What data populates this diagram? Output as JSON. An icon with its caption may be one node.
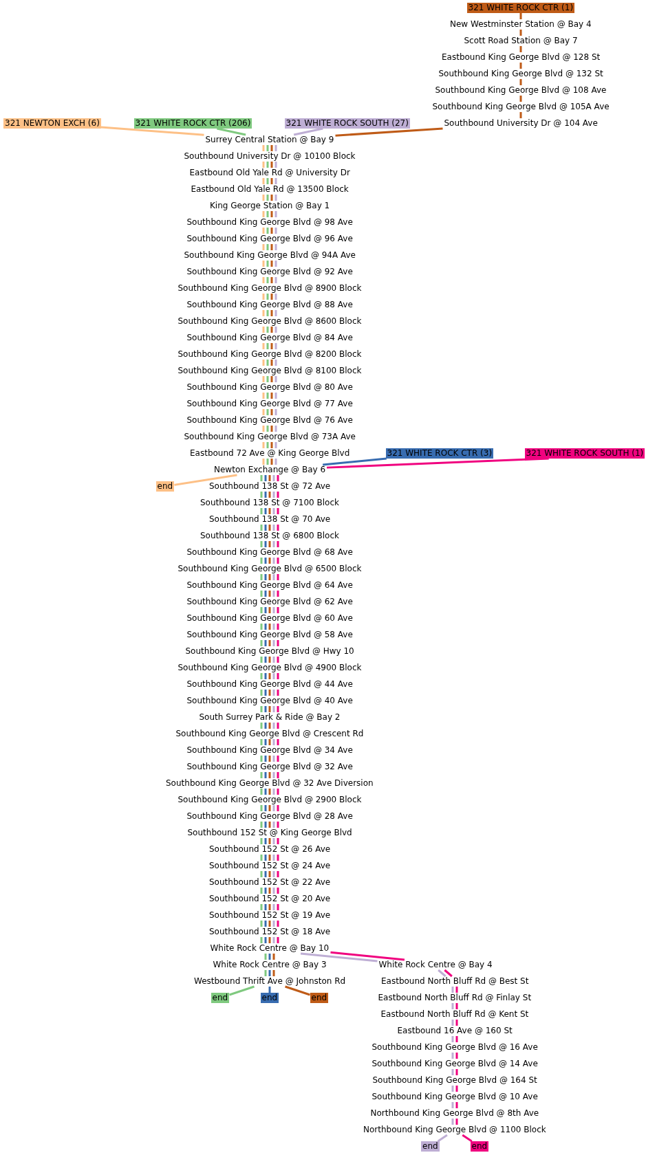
{
  "diagram": {
    "nodes": [
      {
        "text": [
          "321 WHITE ROCK CTR (1)"
        ]
      },
      {
        "text": [
          "New Westminster Station @ Bay 4"
        ]
      },
      {
        "text": [
          "Scott Road Station @ Bay 7"
        ]
      },
      {
        "text": [
          "Eastbound King George Blvd @ 128 St"
        ]
      },
      {
        "text": [
          "Southbound King George Blvd @ 132 St"
        ]
      },
      {
        "text": [
          "Southbound King George Blvd @ 108 Ave"
        ]
      },
      {
        "text": [
          "Southbound King George Blvd @ 105A Ave"
        ]
      },
      {
        "text": [
          "Southbound University Dr @ 104 Ave"
        ]
      },
      {
        "text": [
          "321 NEWTON EXCH (6)"
        ]
      },
      {
        "text": [
          "321 WHITE ROCK CTR (206)"
        ]
      },
      {
        "text": [
          "321 WHITE ROCK SOUTH (27)"
        ]
      },
      {
        "text": [
          "Surrey Central Station @ Bay 9"
        ]
      },
      {
        "text": [
          "Southbound University Dr @ 10100 Block"
        ]
      },
      {
        "text": [
          "Eastbound Old Yale Rd @ University Dr"
        ]
      },
      {
        "text": [
          "Eastbound Old Yale Rd @ 13500 Block"
        ]
      },
      {
        "text": [
          "King George Station @ Bay 1"
        ]
      },
      {
        "text": [
          "Southbound King George Blvd @ 98 Ave"
        ]
      },
      {
        "text": [
          "Southbound King George Blvd @ 96 Ave"
        ]
      },
      {
        "text": [
          "Southbound King George Blvd @ 94A Ave"
        ]
      },
      {
        "text": [
          "Southbound King George Blvd @ 92 Ave"
        ]
      },
      {
        "text": [
          "Southbound King George Blvd @ 8900 Block"
        ]
      },
      {
        "text": [
          "Southbound King George Blvd @ 88 Ave"
        ]
      },
      {
        "text": [
          "Southbound King George Blvd @ 8600 Block"
        ]
      },
      {
        "text": [
          "Southbound King George Blvd @ 84 Ave"
        ]
      },
      {
        "text": [
          "Southbound King George Blvd @ 8200 Block"
        ]
      },
      {
        "text": [
          "Southbound King George Blvd @ 8100 Block"
        ]
      },
      {
        "text": [
          "Southbound King George Blvd @ 80 Ave"
        ]
      },
      {
        "text": [
          "Southbound King George Blvd @ 77 Ave"
        ]
      },
      {
        "text": [
          "Southbound King George Blvd @ 76 Ave"
        ]
      },
      {
        "text": [
          "Southbound King George Blvd @ 73A Ave"
        ]
      },
      {
        "text": [
          "Eastbound 72 Ave @ King George Blvd"
        ]
      },
      {
        "text": [
          "321 WHITE ROCK CTR (3)"
        ]
      },
      {
        "text": [
          "321 WHITE ROCK SOUTH (1)"
        ]
      },
      {
        "text": [
          "Newton Exchange @ Bay 6"
        ]
      },
      {
        "text": [
          "end"
        ]
      },
      {
        "text": [
          "Southbound 138 St @ 72 Ave"
        ]
      },
      {
        "text": [
          "Southbound 138 St @ 7100 Block"
        ]
      },
      {
        "text": [
          "Southbound 138 St @ 70 Ave"
        ]
      },
      {
        "text": [
          "Southbound 138 St @ 6800 Block"
        ]
      },
      {
        "text": [
          "Southbound King George Blvd @ 68 Ave"
        ]
      },
      {
        "text": [
          "Southbound King George Blvd @ 6500 Block"
        ]
      },
      {
        "text": [
          "Southbound King George Blvd @ 64 Ave"
        ]
      },
      {
        "text": [
          "Southbound King George Blvd @ 62 Ave"
        ]
      },
      {
        "text": [
          "Southbound King George Blvd @ 60 Ave"
        ]
      },
      {
        "text": [
          "Southbound King George Blvd @ 58 Ave"
        ]
      },
      {
        "text": [
          "Southbound King George Blvd @ Hwy 10"
        ]
      },
      {
        "text": [
          "Southbound King George Blvd @ 4900 Block"
        ]
      },
      {
        "text": [
          "Southbound King George Blvd @ 44 Ave"
        ]
      },
      {
        "text": [
          "Southbound King George Blvd @ 40 Ave"
        ]
      },
      {
        "text": [
          "South Surrey Park & Ride @ Bay 2"
        ]
      },
      {
        "text": [
          "Southbound King George Blvd @ Crescent Rd"
        ]
      },
      {
        "text": [
          "Southbound King George Blvd @ 34 Ave"
        ]
      },
      {
        "text": [
          "Southbound King George Blvd @ 32 Ave"
        ]
      },
      {
        "text": [
          "Southbound King George Blvd @ 32 Ave Diversion"
        ]
      },
      {
        "text": [
          "Southbound King George Blvd @ 2900 Block"
        ]
      },
      {
        "text": [
          "Southbound King George Blvd @ 28 Ave"
        ]
      },
      {
        "text": [
          "Southbound 152 St @ King George Blvd"
        ]
      },
      {
        "text": [
          "Southbound 152 St @ 26 Ave"
        ]
      },
      {
        "text": [
          "Southbound 152 St @ 24 Ave"
        ]
      },
      {
        "text": [
          "Southbound 152 St @ 22 Ave"
        ]
      },
      {
        "text": [
          "Southbound 152 St @ 20 Ave"
        ]
      },
      {
        "text": [
          "Southbound 152 St @ 19 Ave"
        ]
      },
      {
        "text": [
          "Southbound 152 St @ 18 Ave"
        ]
      },
      {
        "text": [
          "White Rock Centre @ Bay 10"
        ]
      },
      {
        "text": [
          "White Rock Centre @ Bay 3"
        ]
      },
      {
        "text": [
          "White Rock Centre @ Bay 4"
        ]
      },
      {
        "text": [
          "Westbound Thrift Ave @ Johnston Rd"
        ]
      },
      {
        "text": [
          "Eastbound North Bluff Rd @ Best St"
        ]
      },
      {
        "text": [
          "end"
        ]
      },
      {
        "text": [
          "end"
        ]
      },
      {
        "text": [
          "end"
        ]
      },
      {
        "text": [
          "Eastbound North Bluff Rd @ Finlay St"
        ]
      },
      {
        "text": [
          "Eastbound North Bluff Rd @ Kent St"
        ]
      },
      {
        "text": [
          "Eastbound 16 Ave @ 160 St"
        ]
      },
      {
        "text": [
          "Southbound King George Blvd @ 16 Ave"
        ]
      },
      {
        "text": [
          "Southbound King George Blvd @ 14 Ave"
        ]
      },
      {
        "text": [
          "Southbound King George Blvd @ 164 St"
        ]
      },
      {
        "text": [
          "Southbound King George Blvd @ 10 Ave"
        ]
      },
      {
        "text": [
          "Northbound King George Blvd @ 8th Ave"
        ]
      },
      {
        "text": [
          "Northbound King George Blvd @ 1100 Block"
        ]
      },
      {
        "text": [
          "end"
        ]
      },
      {
        "text": [
          "end"
        ]
      }
    ],
    "edges": [
      {
        "from": 0,
        "to": 1,
        "arrow": "none",
        "color": "#bf5b17"
      },
      {
        "from": 1,
        "to": 2,
        "arrow": "none",
        "color": "#bf5b17"
      },
      {
        "from": 2,
        "to": 3,
        "arrow": "none",
        "color": "#bf5b17"
      },
      {
        "from": 3,
        "to": 4,
        "arrow": "none",
        "color": "#bf5b17"
      },
      {
        "from": 4,
        "to": 5,
        "arrow": "none",
        "color": "#bf5b17"
      },
      {
        "from": 5,
        "to": 6,
        "arrow": "none",
        "color": "#bf5b17"
      },
      {
        "from": 6,
        "to": 7,
        "arrow": "none",
        "color": "#bf5b17"
      },
      {
        "from": 8,
        "to": 11,
        "arrow": "none",
        "color": "#fdc086"
      },
      {
        "from": 9,
        "to": 11,
        "arrow": "none",
        "color": "#7fc97f"
      },
      {
        "from": 10,
        "to": 11,
        "arrow": "none",
        "color": "#beaed4"
      },
      {
        "from": 7,
        "to": 11,
        "arrow": "none",
        "color": "#bf5b17"
      },
      {
        "from": 11,
        "to": 12,
        "arrow": "none",
        "color": "#fdc086"
      },
      {
        "from": 11,
        "to": 12,
        "arrow": "none",
        "color": "#7fc97f"
      },
      {
        "from": 11,
        "to": 12,
        "arrow": "none",
        "color": "#bf5b17"
      },
      {
        "from": 11,
        "to": 12,
        "arrow": "none",
        "color": "#beaed4"
      },
      {
        "from": 12,
        "to": 13,
        "arrow": "none",
        "color": "#fdc086"
      },
      {
        "from": 12,
        "to": 13,
        "arrow": "none",
        "color": "#7fc97f"
      },
      {
        "from": 12,
        "to": 13,
        "arrow": "none",
        "color": "#bf5b17"
      },
      {
        "from": 12,
        "to": 13,
        "arrow": "none",
        "color": "#beaed4"
      },
      {
        "from": 13,
        "to": 14,
        "arrow": "none",
        "color": "#fdc086"
      },
      {
        "from": 13,
        "to": 14,
        "arrow": "none",
        "color": "#7fc97f"
      },
      {
        "from": 13,
        "to": 14,
        "arrow": "none",
        "color": "#bf5b17"
      },
      {
        "from": 13,
        "to": 14,
        "arrow": "none",
        "color": "#beaed4"
      },
      {
        "from": 14,
        "to": 15,
        "arrow": "none",
        "color": "#fdc086"
      },
      {
        "from": 14,
        "to": 15,
        "arrow": "none",
        "color": "#7fc97f"
      },
      {
        "from": 14,
        "to": 15,
        "arrow": "none",
        "color": "#bf5b17"
      },
      {
        "from": 14,
        "to": 15,
        "arrow": "none",
        "color": "#beaed4"
      },
      {
        "from": 15,
        "to": 16,
        "arrow": "none",
        "color": "#fdc086"
      },
      {
        "from": 15,
        "to": 16,
        "arrow": "none",
        "color": "#7fc97f"
      },
      {
        "from": 15,
        "to": 16,
        "arrow": "none",
        "color": "#bf5b17"
      },
      {
        "from": 15,
        "to": 16,
        "arrow": "none",
        "color": "#beaed4"
      },
      {
        "from": 16,
        "to": 17,
        "arrow": "none",
        "color": "#fdc086"
      },
      {
        "from": 16,
        "to": 17,
        "arrow": "none",
        "color": "#7fc97f"
      },
      {
        "from": 16,
        "to": 17,
        "arrow": "none",
        "color": "#bf5b17"
      },
      {
        "from": 16,
        "to": 17,
        "arrow": "none",
        "color": "#beaed4"
      },
      {
        "from": 17,
        "to": 18,
        "arrow": "none",
        "color": "#fdc086"
      },
      {
        "from": 17,
        "to": 18,
        "arrow": "none",
        "color": "#7fc97f"
      },
      {
        "from": 17,
        "to": 18,
        "arrow": "none",
        "color": "#bf5b17"
      },
      {
        "from": 17,
        "to": 18,
        "arrow": "none",
        "color": "#beaed4"
      },
      {
        "from": 18,
        "to": 19,
        "arrow": "none",
        "color": "#fdc086"
      },
      {
        "from": 18,
        "to": 19,
        "arrow": "none",
        "color": "#7fc97f"
      },
      {
        "from": 18,
        "to": 19,
        "arrow": "none",
        "color": "#bf5b17"
      },
      {
        "from": 18,
        "to": 19,
        "arrow": "none",
        "color": "#beaed4"
      },
      {
        "from": 19,
        "to": 20,
        "arrow": "none",
        "color": "#fdc086"
      },
      {
        "from": 19,
        "to": 20,
        "arrow": "none",
        "color": "#7fc97f"
      },
      {
        "from": 19,
        "to": 20,
        "arrow": "none",
        "color": "#bf5b17"
      },
      {
        "from": 19,
        "to": 20,
        "arrow": "none",
        "color": "#beaed4"
      },
      {
        "from": 20,
        "to": 21,
        "arrow": "none",
        "color": "#fdc086"
      },
      {
        "from": 20,
        "to": 21,
        "arrow": "none",
        "color": "#7fc97f"
      },
      {
        "from": 20,
        "to": 21,
        "arrow": "none",
        "color": "#bf5b17"
      },
      {
        "from": 20,
        "to": 21,
        "arrow": "none",
        "color": "#beaed4"
      },
      {
        "from": 21,
        "to": 22,
        "arrow": "none",
        "color": "#fdc086"
      },
      {
        "from": 21,
        "to": 22,
        "arrow": "none",
        "color": "#7fc97f"
      },
      {
        "from": 21,
        "to": 22,
        "arrow": "none",
        "color": "#bf5b17"
      },
      {
        "from": 21,
        "to": 22,
        "arrow": "none",
        "color": "#beaed4"
      },
      {
        "from": 22,
        "to": 23,
        "arrow": "none",
        "color": "#fdc086"
      },
      {
        "from": 22,
        "to": 23,
        "arrow": "none",
        "color": "#7fc97f"
      },
      {
        "from": 22,
        "to": 23,
        "arrow": "none",
        "color": "#bf5b17"
      },
      {
        "from": 22,
        "to": 23,
        "arrow": "none",
        "color": "#beaed4"
      },
      {
        "from": 23,
        "to": 24,
        "arrow": "none",
        "color": "#fdc086"
      },
      {
        "from": 23,
        "to": 24,
        "arrow": "none",
        "color": "#7fc97f"
      },
      {
        "from": 23,
        "to": 24,
        "arrow": "none",
        "color": "#bf5b17"
      },
      {
        "from": 23,
        "to": 24,
        "arrow": "none",
        "color": "#beaed4"
      },
      {
        "from": 24,
        "to": 25,
        "arrow": "none",
        "color": "#fdc086"
      },
      {
        "from": 24,
        "to": 25,
        "arrow": "none",
        "color": "#7fc97f"
      },
      {
        "from": 24,
        "to": 25,
        "arrow": "none",
        "color": "#bf5b17"
      },
      {
        "from": 24,
        "to": 25,
        "arrow": "none",
        "color": "#beaed4"
      },
      {
        "from": 25,
        "to": 26,
        "arrow": "none",
        "color": "#fdc086"
      },
      {
        "from": 25,
        "to": 26,
        "arrow": "none",
        "color": "#7fc97f"
      },
      {
        "from": 25,
        "to": 26,
        "arrow": "none",
        "color": "#bf5b17"
      },
      {
        "from": 25,
        "to": 26,
        "arrow": "none",
        "color": "#beaed4"
      },
      {
        "from": 26,
        "to": 27,
        "arrow": "none",
        "color": "#fdc086"
      },
      {
        "from": 26,
        "to": 27,
        "arrow": "none",
        "color": "#7fc97f"
      },
      {
        "from": 26,
        "to": 27,
        "arrow": "none",
        "color": "#bf5b17"
      },
      {
        "from": 26,
        "to": 27,
        "arrow": "none",
        "color": "#beaed4"
      },
      {
        "from": 27,
        "to": 28,
        "arrow": "none",
        "color": "#fdc086"
      },
      {
        "from": 27,
        "to": 28,
        "arrow": "none",
        "color": "#7fc97f"
      },
      {
        "from": 27,
        "to": 28,
        "arrow": "none",
        "color": "#bf5b17"
      },
      {
        "from": 27,
        "to": 28,
        "arrow": "none",
        "color": "#beaed4"
      },
      {
        "from": 28,
        "to": 29,
        "arrow": "none",
        "color": "#fdc086"
      },
      {
        "from": 28,
        "to": 29,
        "arrow": "none",
        "color": "#7fc97f"
      },
      {
        "from": 28,
        "to": 29,
        "arrow": "none",
        "color": "#bf5b17"
      },
      {
        "from": 28,
        "to": 29,
        "arrow": "none",
        "color": "#beaed4"
      },
      {
        "from": 29,
        "to": 30,
        "arrow": "none",
        "color": "#fdc086"
      },
      {
        "from": 29,
        "to": 30,
        "arrow": "none",
        "color": "#7fc97f"
      },
      {
        "from": 29,
        "to": 30,
        "arrow": "none",
        "color": "#bf5b17"
      },
      {
        "from": 29,
        "to": 30,
        "arrow": "none",
        "color": "#beaed4"
      },
      {
        "from": 30,
        "to": 33,
        "arrow": "none",
        "color": "#fdc086"
      },
      {
        "from": 30,
        "to": 33,
        "arrow": "none",
        "color": "#7fc97f"
      },
      {
        "from": 30,
        "to": 33,
        "arrow": "none",
        "color": "#bf5b17"
      },
      {
        "from": 30,
        "to": 33,
        "arrow": "none",
        "color": "#beaed4"
      },
      {
        "from": 31,
        "to": 33,
        "arrow": "none",
        "color": "#386cb0"
      },
      {
        "from": 32,
        "to": 33,
        "arrow": "none",
        "color": "#f0027f"
      },
      {
        "from": 33,
        "to": 34,
        "arrow": "none",
        "color": "#fdc086"
      },
      {
        "from": 33,
        "to": 35,
        "arrow": "none",
        "color": "#7fc97f"
      },
      {
        "from": 33,
        "to": 35,
        "arrow": "none",
        "color": "#386cb0"
      },
      {
        "from": 33,
        "to": 35,
        "arrow": "none",
        "color": "#bf5b17"
      },
      {
        "from": 33,
        "to": 35,
        "arrow": "none",
        "color": "#beaed4"
      },
      {
        "from": 33,
        "to": 35,
        "arrow": "none",
        "color": "#f0027f"
      },
      {
        "from": 35,
        "to": 36,
        "arrow": "none",
        "color": "#7fc97f"
      },
      {
        "from": 35,
        "to": 36,
        "arrow": "none",
        "color": "#386cb0"
      },
      {
        "from": 35,
        "to": 36,
        "arrow": "none",
        "color": "#bf5b17"
      },
      {
        "from": 35,
        "to": 36,
        "arrow": "none",
        "color": "#beaed4"
      },
      {
        "from": 35,
        "to": 36,
        "arrow": "none",
        "color": "#f0027f"
      },
      {
        "from": 36,
        "to": 37,
        "arrow": "none",
        "color": "#7fc97f"
      },
      {
        "from": 36,
        "to": 37,
        "arrow": "none",
        "color": "#386cb0"
      },
      {
        "from": 36,
        "to": 37,
        "arrow": "none",
        "color": "#bf5b17"
      },
      {
        "from": 36,
        "to": 37,
        "arrow": "none",
        "color": "#beaed4"
      },
      {
        "from": 36,
        "to": 37,
        "arrow": "none",
        "color": "#f0027f"
      },
      {
        "from": 37,
        "to": 38,
        "arrow": "none",
        "color": "#7fc97f"
      },
      {
        "from": 37,
        "to": 38,
        "arrow": "none",
        "color": "#386cb0"
      },
      {
        "from": 37,
        "to": 38,
        "arrow": "none",
        "color": "#bf5b17"
      },
      {
        "from": 37,
        "to": 38,
        "arrow": "none",
        "color": "#beaed4"
      },
      {
        "from": 37,
        "to": 38,
        "arrow": "none",
        "color": "#f0027f"
      },
      {
        "from": 38,
        "to": 39,
        "arrow": "none",
        "color": "#7fc97f"
      },
      {
        "from": 38,
        "to": 39,
        "arrow": "none",
        "color": "#386cb0"
      },
      {
        "from": 38,
        "to": 39,
        "arrow": "none",
        "color": "#bf5b17"
      },
      {
        "from": 38,
        "to": 39,
        "arrow": "none",
        "color": "#beaed4"
      },
      {
        "from": 38,
        "to": 39,
        "arrow": "none",
        "color": "#f0027f"
      },
      {
        "from": 39,
        "to": 40,
        "arrow": "none",
        "color": "#7fc97f"
      },
      {
        "from": 39,
        "to": 40,
        "arrow": "none",
        "color": "#386cb0"
      },
      {
        "from": 39,
        "to": 40,
        "arrow": "none",
        "color": "#bf5b17"
      },
      {
        "from": 39,
        "to": 40,
        "arrow": "none",
        "color": "#beaed4"
      },
      {
        "from": 39,
        "to": 40,
        "arrow": "none",
        "color": "#f0027f"
      },
      {
        "from": 40,
        "to": 41,
        "arrow": "none",
        "color": "#7fc97f"
      },
      {
        "from": 40,
        "to": 41,
        "arrow": "none",
        "color": "#386cb0"
      },
      {
        "from": 40,
        "to": 41,
        "arrow": "none",
        "color": "#bf5b17"
      },
      {
        "from": 40,
        "to": 41,
        "arrow": "none",
        "color": "#beaed4"
      },
      {
        "from": 40,
        "to": 41,
        "arrow": "none",
        "color": "#f0027f"
      },
      {
        "from": 41,
        "to": 42,
        "arrow": "none",
        "color": "#7fc97f"
      },
      {
        "from": 41,
        "to": 42,
        "arrow": "none",
        "color": "#386cb0"
      },
      {
        "from": 41,
        "to": 42,
        "arrow": "none",
        "color": "#bf5b17"
      },
      {
        "from": 41,
        "to": 42,
        "arrow": "none",
        "color": "#beaed4"
      },
      {
        "from": 41,
        "to": 42,
        "arrow": "none",
        "color": "#f0027f"
      },
      {
        "from": 42,
        "to": 43,
        "arrow": "none",
        "color": "#7fc97f"
      },
      {
        "from": 42,
        "to": 43,
        "arrow": "none",
        "color": "#386cb0"
      },
      {
        "from": 42,
        "to": 43,
        "arrow": "none",
        "color": "#bf5b17"
      },
      {
        "from": 42,
        "to": 43,
        "arrow": "none",
        "color": "#beaed4"
      },
      {
        "from": 42,
        "to": 43,
        "arrow": "none",
        "color": "#f0027f"
      },
      {
        "from": 43,
        "to": 44,
        "arrow": "none",
        "color": "#7fc97f"
      },
      {
        "from": 43,
        "to": 44,
        "arrow": "none",
        "color": "#386cb0"
      },
      {
        "from": 43,
        "to": 44,
        "arrow": "none",
        "color": "#bf5b17"
      },
      {
        "from": 43,
        "to": 44,
        "arrow": "none",
        "color": "#beaed4"
      },
      {
        "from": 43,
        "to": 44,
        "arrow": "none",
        "color": "#f0027f"
      },
      {
        "from": 44,
        "to": 45,
        "arrow": "none",
        "color": "#7fc97f"
      },
      {
        "from": 44,
        "to": 45,
        "arrow": "none",
        "color": "#386cb0"
      },
      {
        "from": 44,
        "to": 45,
        "arrow": "none",
        "color": "#bf5b17"
      },
      {
        "from": 44,
        "to": 45,
        "arrow": "none",
        "color": "#beaed4"
      },
      {
        "from": 44,
        "to": 45,
        "arrow": "none",
        "color": "#f0027f"
      },
      {
        "from": 45,
        "to": 46,
        "arrow": "none",
        "color": "#7fc97f"
      },
      {
        "from": 45,
        "to": 46,
        "arrow": "none",
        "color": "#386cb0"
      },
      {
        "from": 45,
        "to": 46,
        "arrow": "none",
        "color": "#bf5b17"
      },
      {
        "from": 45,
        "to": 46,
        "arrow": "none",
        "color": "#beaed4"
      },
      {
        "from": 45,
        "to": 46,
        "arrow": "none",
        "color": "#f0027f"
      },
      {
        "from": 46,
        "to": 47,
        "arrow": "none",
        "color": "#7fc97f"
      },
      {
        "from": 46,
        "to": 47,
        "arrow": "none",
        "color": "#386cb0"
      },
      {
        "from": 46,
        "to": 47,
        "arrow": "none",
        "color": "#bf5b17"
      },
      {
        "from": 46,
        "to": 47,
        "arrow": "none",
        "color": "#beaed4"
      },
      {
        "from": 46,
        "to": 47,
        "arrow": "none",
        "color": "#f0027f"
      },
      {
        "from": 47,
        "to": 48,
        "arrow": "none",
        "color": "#7fc97f"
      },
      {
        "from": 47,
        "to": 48,
        "arrow": "none",
        "color": "#386cb0"
      },
      {
        "from": 47,
        "to": 48,
        "arrow": "none",
        "color": "#bf5b17"
      },
      {
        "from": 47,
        "to": 48,
        "arrow": "none",
        "color": "#beaed4"
      },
      {
        "from": 47,
        "to": 48,
        "arrow": "none",
        "color": "#f0027f"
      },
      {
        "from": 48,
        "to": 49,
        "arrow": "none",
        "color": "#7fc97f"
      },
      {
        "from": 48,
        "to": 49,
        "arrow": "none",
        "color": "#386cb0"
      },
      {
        "from": 48,
        "to": 49,
        "arrow": "none",
        "color": "#bf5b17"
      },
      {
        "from": 48,
        "to": 49,
        "arrow": "none",
        "color": "#beaed4"
      },
      {
        "from": 48,
        "to": 49,
        "arrow": "none",
        "color": "#f0027f"
      },
      {
        "from": 49,
        "to": 50,
        "arrow": "none",
        "color": "#7fc97f"
      },
      {
        "from": 49,
        "to": 50,
        "arrow": "none",
        "color": "#386cb0"
      },
      {
        "from": 49,
        "to": 50,
        "arrow": "none",
        "color": "#bf5b17"
      },
      {
        "from": 49,
        "to": 50,
        "arrow": "none",
        "color": "#beaed4"
      },
      {
        "from": 49,
        "to": 50,
        "arrow": "none",
        "color": "#f0027f"
      },
      {
        "from": 50,
        "to": 51,
        "arrow": "none",
        "color": "#7fc97f"
      },
      {
        "from": 50,
        "to": 51,
        "arrow": "none",
        "color": "#386cb0"
      },
      {
        "from": 50,
        "to": 51,
        "arrow": "none",
        "color": "#bf5b17"
      },
      {
        "from": 50,
        "to": 51,
        "arrow": "none",
        "color": "#beaed4"
      },
      {
        "from": 50,
        "to": 51,
        "arrow": "none",
        "color": "#f0027f"
      },
      {
        "from": 51,
        "to": 52,
        "arrow": "none",
        "color": "#7fc97f"
      },
      {
        "from": 51,
        "to": 52,
        "arrow": "none",
        "color": "#386cb0"
      },
      {
        "from": 51,
        "to": 52,
        "arrow": "none",
        "color": "#bf5b17"
      },
      {
        "from": 51,
        "to": 52,
        "arrow": "none",
        "color": "#beaed4"
      },
      {
        "from": 51,
        "to": 52,
        "arrow": "none",
        "color": "#f0027f"
      },
      {
        "from": 52,
        "to": 53,
        "arrow": "none",
        "color": "#7fc97f"
      },
      {
        "from": 52,
        "to": 53,
        "arrow": "none",
        "color": "#386cb0"
      },
      {
        "from": 52,
        "to": 53,
        "arrow": "none",
        "color": "#bf5b17"
      },
      {
        "from": 52,
        "to": 53,
        "arrow": "none",
        "color": "#beaed4"
      },
      {
        "from": 52,
        "to": 53,
        "arrow": "none",
        "color": "#f0027f"
      },
      {
        "from": 53,
        "to": 54,
        "arrow": "none",
        "color": "#7fc97f"
      },
      {
        "from": 53,
        "to": 54,
        "arrow": "none",
        "color": "#386cb0"
      },
      {
        "from": 53,
        "to": 54,
        "arrow": "none",
        "color": "#bf5b17"
      },
      {
        "from": 53,
        "to": 54,
        "arrow": "none",
        "color": "#beaed4"
      },
      {
        "from": 53,
        "to": 54,
        "arrow": "none",
        "color": "#f0027f"
      },
      {
        "from": 54,
        "to": 55,
        "arrow": "none",
        "color": "#7fc97f"
      },
      {
        "from": 54,
        "to": 55,
        "arrow": "none",
        "color": "#386cb0"
      },
      {
        "from": 54,
        "to": 55,
        "arrow": "none",
        "color": "#bf5b17"
      },
      {
        "from": 54,
        "to": 55,
        "arrow": "none",
        "color": "#beaed4"
      },
      {
        "from": 54,
        "to": 55,
        "arrow": "none",
        "color": "#f0027f"
      },
      {
        "from": 55,
        "to": 56,
        "arrow": "none",
        "color": "#7fc97f"
      },
      {
        "from": 55,
        "to": 56,
        "arrow": "none",
        "color": "#386cb0"
      },
      {
        "from": 55,
        "to": 56,
        "arrow": "none",
        "color": "#bf5b17"
      },
      {
        "from": 55,
        "to": 56,
        "arrow": "none",
        "color": "#beaed4"
      },
      {
        "from": 55,
        "to": 56,
        "arrow": "none",
        "color": "#f0027f"
      },
      {
        "from": 56,
        "to": 57,
        "arrow": "none",
        "color": "#7fc97f"
      },
      {
        "from": 56,
        "to": 57,
        "arrow": "none",
        "color": "#386cb0"
      },
      {
        "from": 56,
        "to": 57,
        "arrow": "none",
        "color": "#bf5b17"
      },
      {
        "from": 56,
        "to": 57,
        "arrow": "none",
        "color": "#beaed4"
      },
      {
        "from": 56,
        "to": 57,
        "arrow": "none",
        "color": "#f0027f"
      },
      {
        "from": 57,
        "to": 58,
        "arrow": "none",
        "color": "#7fc97f"
      },
      {
        "from": 57,
        "to": 58,
        "arrow": "none",
        "color": "#386cb0"
      },
      {
        "from": 57,
        "to": 58,
        "arrow": "none",
        "color": "#bf5b17"
      },
      {
        "from": 57,
        "to": 58,
        "arrow": "none",
        "color": "#beaed4"
      },
      {
        "from": 57,
        "to": 58,
        "arrow": "none",
        "color": "#f0027f"
      },
      {
        "from": 58,
        "to": 59,
        "arrow": "none",
        "color": "#7fc97f"
      },
      {
        "from": 58,
        "to": 59,
        "arrow": "none",
        "color": "#386cb0"
      },
      {
        "from": 58,
        "to": 59,
        "arrow": "none",
        "color": "#bf5b17"
      },
      {
        "from": 58,
        "to": 59,
        "arrow": "none",
        "color": "#beaed4"
      },
      {
        "from": 58,
        "to": 59,
        "arrow": "none",
        "color": "#f0027f"
      },
      {
        "from": 59,
        "to": 60,
        "arrow": "none",
        "color": "#7fc97f"
      },
      {
        "from": 59,
        "to": 60,
        "arrow": "none",
        "color": "#386cb0"
      },
      {
        "from": 59,
        "to": 60,
        "arrow": "none",
        "color": "#bf5b17"
      },
      {
        "from": 59,
        "to": 60,
        "arrow": "none",
        "color": "#beaed4"
      },
      {
        "from": 59,
        "to": 60,
        "arrow": "none",
        "color": "#f0027f"
      },
      {
        "from": 60,
        "to": 61,
        "arrow": "none",
        "color": "#7fc97f"
      },
      {
        "from": 60,
        "to": 61,
        "arrow": "none",
        "color": "#386cb0"
      },
      {
        "from": 60,
        "to": 61,
        "arrow": "none",
        "color": "#bf5b17"
      },
      {
        "from": 60,
        "to": 61,
        "arrow": "none",
        "color": "#beaed4"
      },
      {
        "from": 60,
        "to": 61,
        "arrow": "none",
        "color": "#f0027f"
      },
      {
        "from": 61,
        "to": 62,
        "arrow": "none",
        "color": "#7fc97f"
      },
      {
        "from": 61,
        "to": 62,
        "arrow": "none",
        "color": "#386cb0"
      },
      {
        "from": 61,
        "to": 62,
        "arrow": "none",
        "color": "#bf5b17"
      },
      {
        "from": 61,
        "to": 62,
        "arrow": "none",
        "color": "#beaed4"
      },
      {
        "from": 61,
        "to": 62,
        "arrow": "none",
        "color": "#f0027f"
      },
      {
        "from": 62,
        "to": 63,
        "arrow": "none",
        "color": "#7fc97f"
      },
      {
        "from": 62,
        "to": 63,
        "arrow": "none",
        "color": "#386cb0"
      },
      {
        "from": 62,
        "to": 63,
        "arrow": "none",
        "color": "#bf5b17"
      },
      {
        "from": 62,
        "to": 63,
        "arrow": "none",
        "color": "#beaed4"
      },
      {
        "from": 62,
        "to": 63,
        "arrow": "none",
        "color": "#f0027f"
      },
      {
        "from": 63,
        "to": 64,
        "arrow": "none",
        "color": "#7fc97f"
      },
      {
        "from": 63,
        "to": 64,
        "arrow": "none",
        "color": "#386cb0"
      },
      {
        "from": 63,
        "to": 64,
        "arrow": "none",
        "color": "#bf5b17"
      },
      {
        "from": 63,
        "to": 65,
        "arrow": "none",
        "color": "#beaed4"
      },
      {
        "from": 63,
        "to": 65,
        "arrow": "none",
        "color": "#f0027f"
      },
      {
        "from": 64,
        "to": 66,
        "arrow": "none",
        "color": "#7fc97f"
      },
      {
        "from": 64,
        "to": 66,
        "arrow": "none",
        "color": "#386cb0"
      },
      {
        "from": 64,
        "to": 66,
        "arrow": "none",
        "color": "#bf5b17"
      },
      {
        "from": 65,
        "to": 67,
        "arrow": "none",
        "color": "#beaed4"
      },
      {
        "from": 65,
        "to": 67,
        "arrow": "none",
        "color": "#f0027f"
      },
      {
        "from": 66,
        "to": 68,
        "arrow": "none",
        "color": "#7fc97f"
      },
      {
        "from": 66,
        "to": 69,
        "arrow": "none",
        "color": "#386cb0"
      },
      {
        "from": 66,
        "to": 70,
        "arrow": "none",
        "color": "#bf5b17"
      },
      {
        "from": 67,
        "to": 71,
        "arrow": "none",
        "color": "#beaed4"
      },
      {
        "from": 67,
        "to": 71,
        "arrow": "none",
        "color": "#f0027f"
      },
      {
        "from": 71,
        "to": 72,
        "arrow": "none",
        "color": "#beaed4"
      },
      {
        "from": 71,
        "to": 72,
        "arrow": "none",
        "color": "#f0027f"
      },
      {
        "from": 72,
        "to": 73,
        "arrow": "none",
        "color": "#beaed4"
      },
      {
        "from": 72,
        "to": 73,
        "arrow": "none",
        "color": "#f0027f"
      },
      {
        "from": 73,
        "to": 74,
        "arrow": "none",
        "color": "#beaed4"
      },
      {
        "from": 73,
        "to": 74,
        "arrow": "none",
        "color": "#f0027f"
      },
      {
        "from": 74,
        "to": 75,
        "arrow": "none",
        "color": "#beaed4"
      },
      {
        "from": 74,
        "to": 75,
        "arrow": "none",
        "color": "#f0027f"
      },
      {
        "from": 75,
        "to": 76,
        "arrow": "none",
        "color": "#beaed4"
      },
      {
        "from": 75,
        "to": 76,
        "arrow": "none",
        "color": "#f0027f"
      },
      {
        "from": 76,
        "to": 77,
        "arrow": "none",
        "color": "#beaed4"
      },
      {
        "from": 76,
        "to": 77,
        "arrow": "none",
        "color": "#f0027f"
      },
      {
        "from": 77,
        "to": 78,
        "arrow": "none",
        "color": "#beaed4"
      },
      {
        "from": 77,
        "to": 78,
        "arrow": "none",
        "color": "#f0027f"
      },
      {
        "from": 78,
        "to": 79,
        "arrow": "none",
        "color": "#beaed4"
      },
      {
        "from": 78,
        "to": 79,
        "arrow": "none",
        "color": "#f0027f"
      },
      {
        "from": 79,
        "to": 80,
        "arrow": "none",
        "color": "#beaed4"
      },
      {
        "from": 79,
        "to": 81,
        "arrow": "none",
        "color": "#f0027f"
      }
    ]
  }
}
